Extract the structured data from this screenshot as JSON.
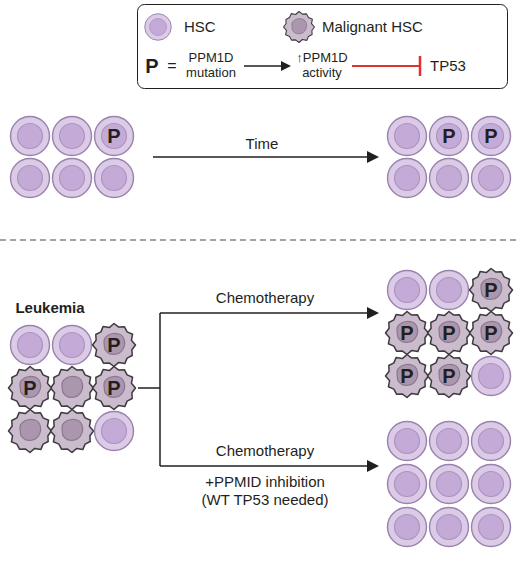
{
  "diagram": {
    "nodes": [
      {
        "text": [
          "P"
        ]
      },
      {
        "text": [
          "P"
        ]
      },
      {
        "text": [
          "P"
        ]
      },
      {
        "text": [
          "P"
        ]
      },
      {
        "text": [
          "P"
        ]
      },
      {
        "text": [
          "P"
        ]
      },
      {
        "text": [
          "P"
        ]
      },
      {
        "text": [
          "P"
        ]
      },
      {
        "text": [
          "P"
        ]
      },
      {
        "text": [
          "P"
        ]
      },
      {
        "text": [
          "P"
        ]
      },
      {
        "text": [
          "P"
        ]
      }
    ],
    "labels": [
      "P",
      "=",
      "PPM1D mutation",
      "↑PPM1D activity",
      "TP53",
      "Time",
      "Leukemia",
      "Chemotherapy",
      "Chemotherapy",
      "+PPMID inhibition",
      "(WT TP53 needed)"
    ],
    "legend": [
      {
        "text": "HSC"
      },
      {
        "text": "Malignant HSC"
      }
    ]
  }
}
